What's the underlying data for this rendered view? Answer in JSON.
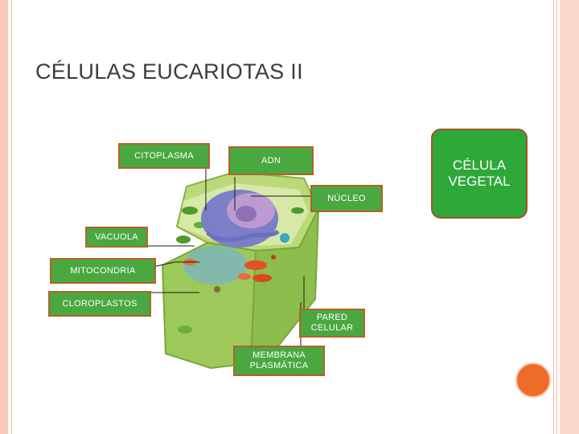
{
  "title": "CÉLULAS EUCARIOTAS II",
  "badge": "CÉLULA VEGETAL",
  "labels": {
    "citoplasma": "CITOPLASMA",
    "adn": "ADN",
    "nucleo": "NÚCLEO",
    "vacuola": "VACUOLA",
    "mitocondria": "MITOCONDRIA",
    "cloroplastos": "CLOROPLASTOS",
    "pared_celular": "PARED CELULAR",
    "membrana_plasmatica": "MEMBRANA PLASMÁTICA"
  },
  "colors": {
    "label_fill": "#4aa840",
    "label_border": "#b5622a",
    "badge_fill": "#2fa83a",
    "accent_dot": "#ef6b28"
  }
}
